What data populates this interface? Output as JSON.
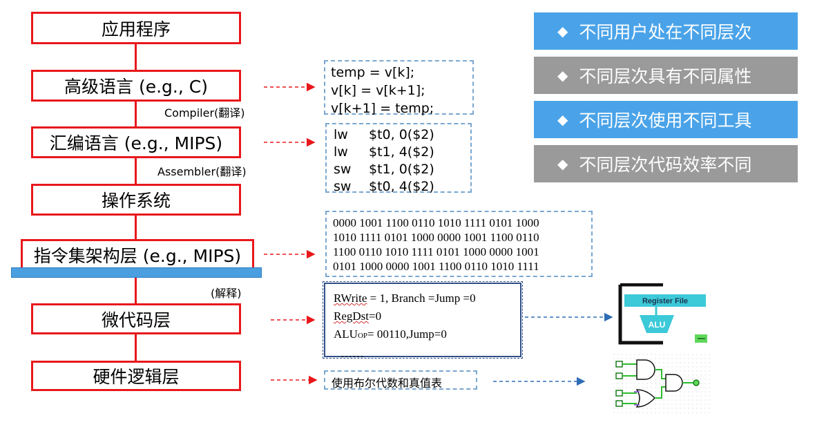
{
  "layers": [
    {
      "label": "应用程序"
    },
    {
      "label": "高级语言 (e.g., C)"
    },
    {
      "label": "汇编语言 (e.g., MIPS)"
    },
    {
      "label": "操作系统"
    },
    {
      "label": "指令集架构层 (e.g., MIPS)"
    },
    {
      "label": "微代码层"
    },
    {
      "label": "硬件逻辑层"
    }
  ],
  "notes": {
    "compiler": "Compiler(翻译)",
    "assembler": "Assembler(翻译)",
    "interpret": "(解释)"
  },
  "c_code": [
    "temp = v[k];",
    "v[k] = v[k+1];",
    "v[k+1] = temp;"
  ],
  "asm_code": [
    {
      "op": "lw",
      "args": "$t0, 0($2)"
    },
    {
      "op": "lw",
      "args": "$t1, 4($2)"
    },
    {
      "op": "sw",
      "args": "$t1, 0($2)"
    },
    {
      "op": "sw",
      "args": "$t0, 4($2)"
    }
  ],
  "machine_code": [
    "0000 1001 1100 0110 1010 1111 0101 1000",
    "1010 1111 0101 1000 0000 1001 1100 0110",
    "1100 0110 1010 1111 0101 1000 0000 1001",
    "0101 1000 0000 1001 1100 0110 1010 1111"
  ],
  "microcode": {
    "line1_a": "RWrite",
    "line1_b": " = 1, Branch =Jump =0",
    "line2_a": "RegDst",
    "line2_b": "=0",
    "line3_a": "ALU",
    "line3_sub": "OP",
    "line3_b": "= 00110,Jump=0",
    "line4": "……"
  },
  "logic_note": "使用布尔代数和真值表",
  "datapath": {
    "register_file": "Register File",
    "alu": "ALU"
  },
  "tags": [
    {
      "label": "不同用户处在不同层次",
      "color": "#4aa3e8"
    },
    {
      "label": "不同层次具有不同属性",
      "color": "#9a9a9a"
    },
    {
      "label": "不同层次使用不同工具",
      "color": "#4aa3e8"
    },
    {
      "label": "不同层次代码效率不同",
      "color": "#9a9a9a"
    }
  ],
  "colors": {
    "layer_border": "#e8171b",
    "arrow_red": "#e8171b",
    "arrow_blue": "#2f6db5",
    "isa_bar": "#4a9fe0"
  }
}
